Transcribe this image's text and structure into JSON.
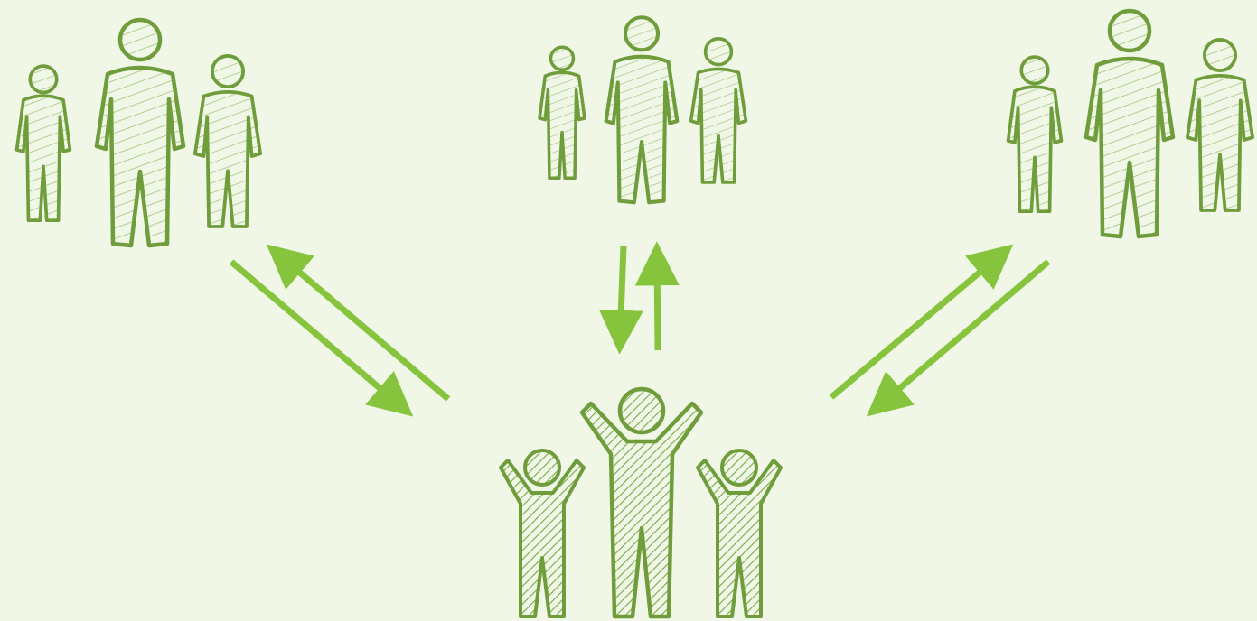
{
  "diagram": {
    "colors": {
      "background": "#f0f7e7",
      "figure_stroke": "#6f9d3c",
      "figure_hatch": "#78a845",
      "arrow": "#86c43d"
    },
    "groups": [
      {
        "id": "group-top-left",
        "pose": "standing",
        "members": 3
      },
      {
        "id": "group-top-center",
        "pose": "standing",
        "members": 3
      },
      {
        "id": "group-top-right",
        "pose": "standing",
        "members": 3
      },
      {
        "id": "group-bottom-center",
        "pose": "arms-raised",
        "members": 3
      }
    ],
    "connections": [
      {
        "between": [
          "group-top-left",
          "group-bottom-center"
        ],
        "direction": "bidirectional"
      },
      {
        "between": [
          "group-top-center",
          "group-bottom-center"
        ],
        "direction": "bidirectional"
      },
      {
        "between": [
          "group-top-right",
          "group-bottom-center"
        ],
        "direction": "bidirectional"
      }
    ]
  }
}
